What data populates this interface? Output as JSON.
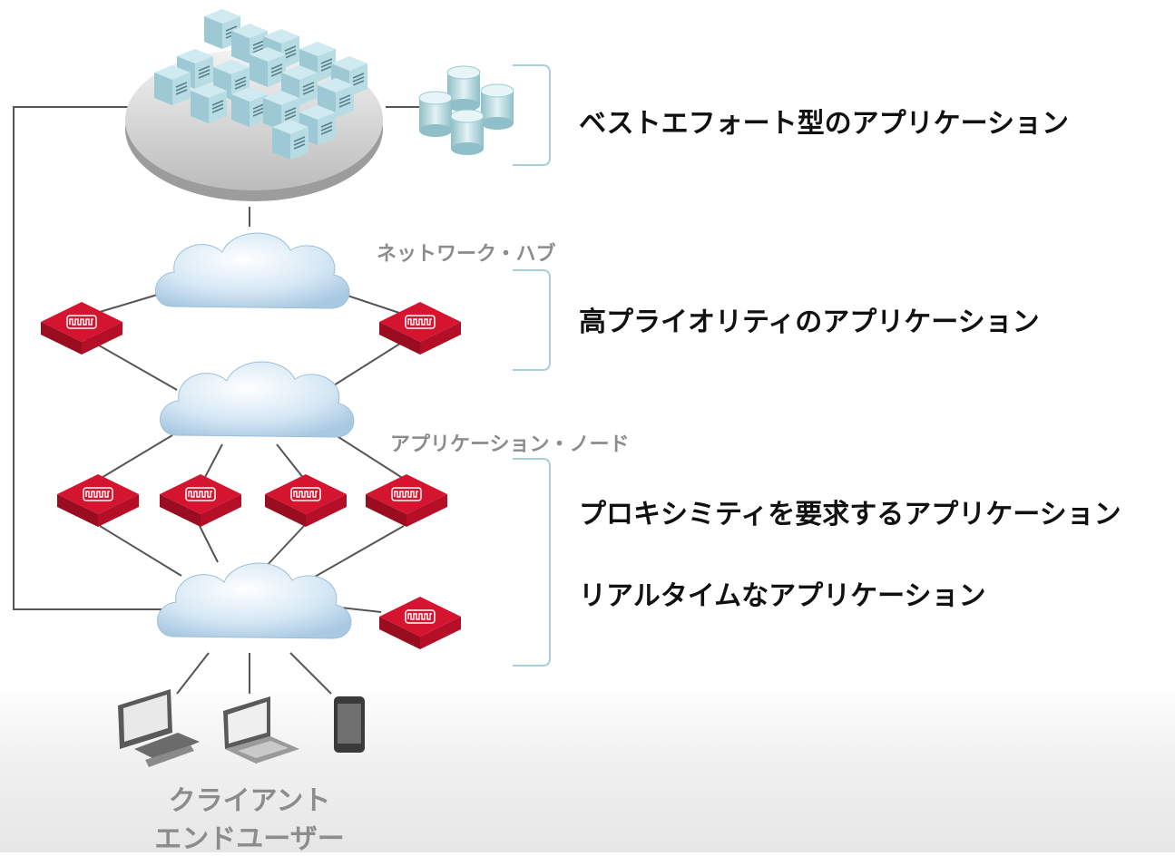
{
  "labels": {
    "best_effort": "ベストエフォート型のアプリケーション",
    "high_priority": "高プライオリティのアプリケーション",
    "proximity": "プロキシミティを要求するアプリケーション",
    "realtime": "リアルタイムなアプリケーション",
    "network_hub": "ネットワーク・ハブ",
    "app_node": "アプリケーション・ノード",
    "client_line1": "クライアント",
    "client_line2": "エンドユーザー"
  },
  "colors": {
    "line": "#555555",
    "bracket": "#a8d0dc",
    "device_red": "#c8102e",
    "device_red_dark": "#8a0a1e",
    "cloud": "#cfe3f2",
    "server": "#a7d3dc",
    "platform": "#cfcfcf"
  },
  "icons": {
    "datacenter": "server-farm-icon",
    "database": "database-cylinders-icon",
    "cloud": "cloud-icon",
    "node": "network-appliance-icon",
    "desktop": "desktop-computer-icon",
    "laptop": "laptop-icon",
    "tablet": "tablet-icon"
  }
}
